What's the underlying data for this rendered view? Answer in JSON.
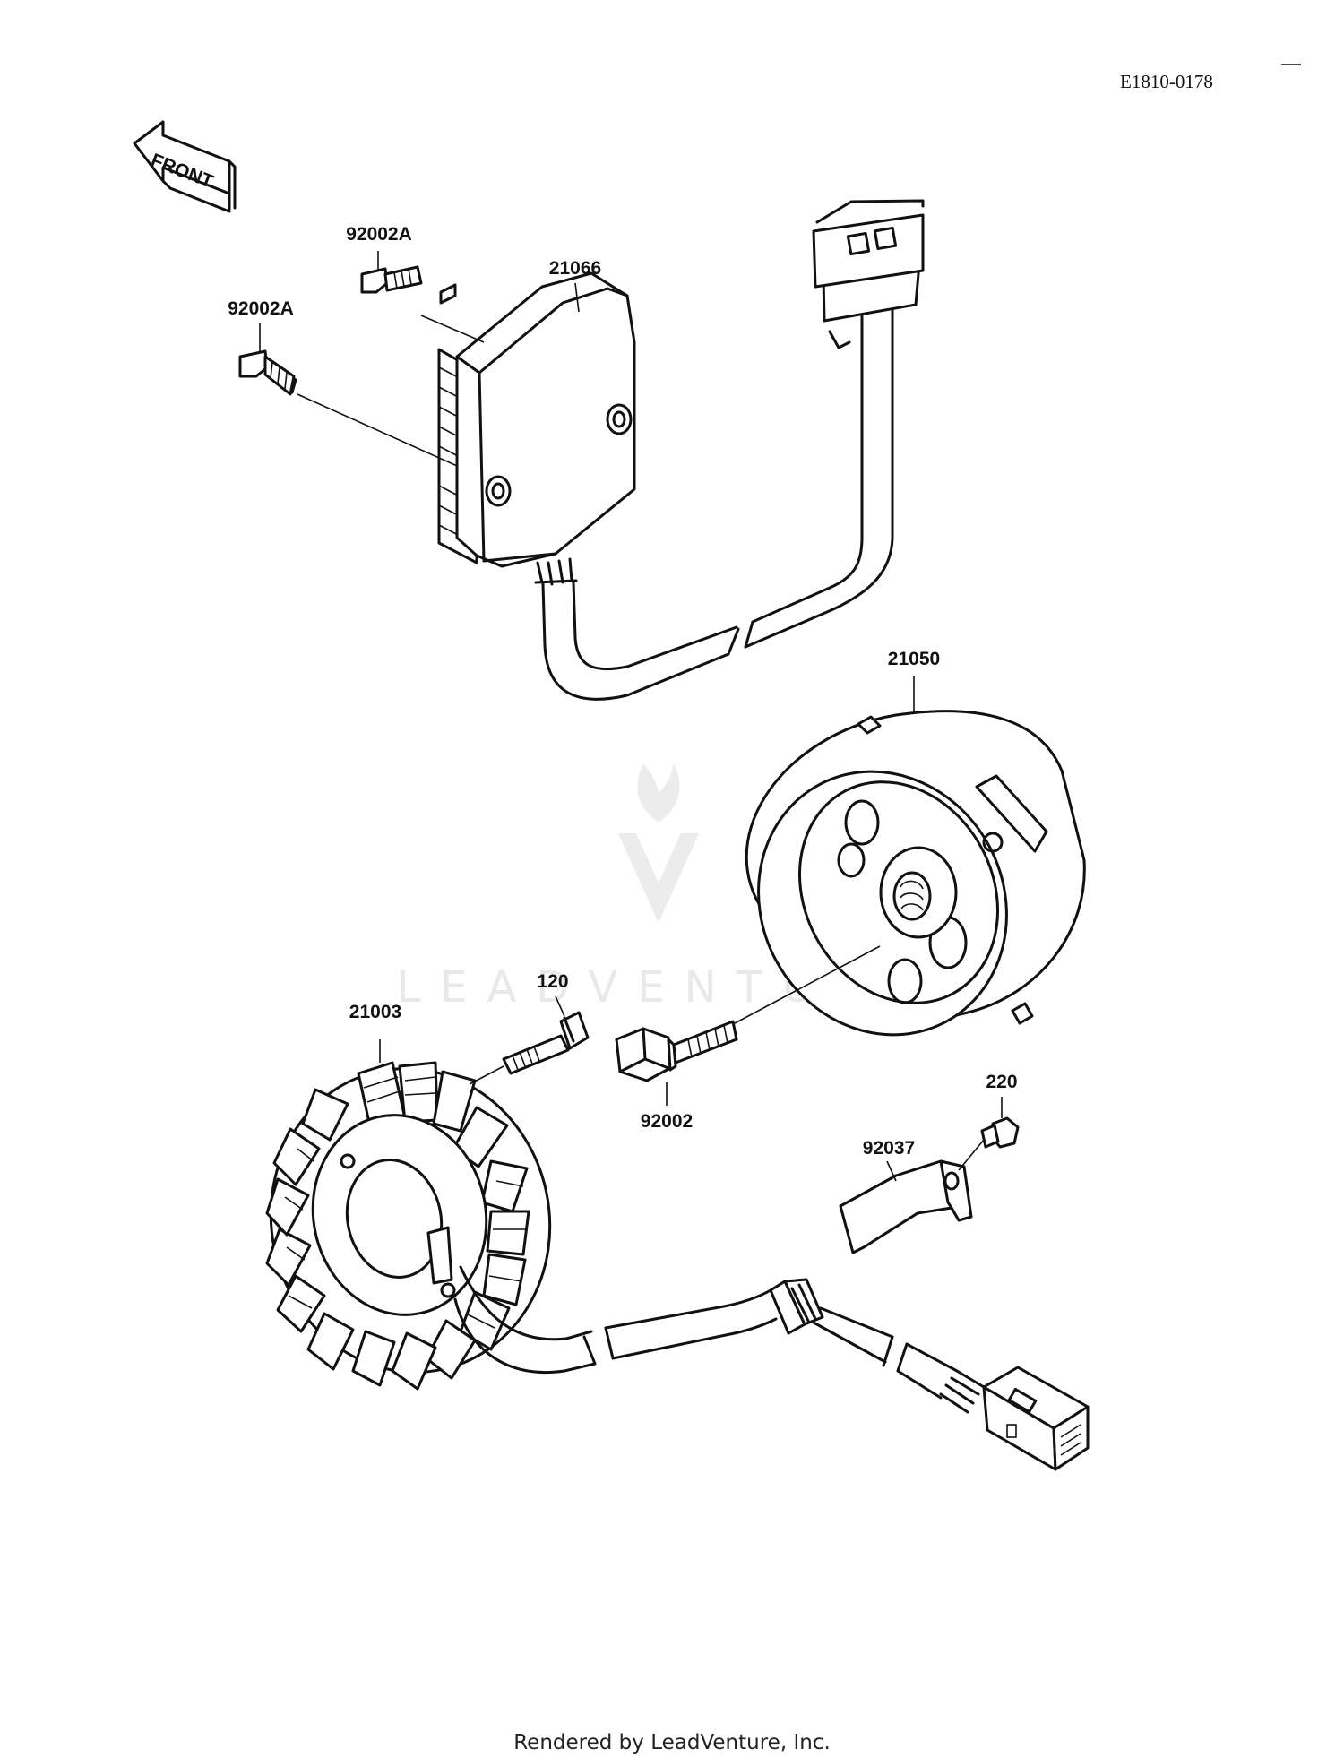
{
  "diagram": {
    "code": "E1810-0178",
    "front_label": "FRONT",
    "footer": "Rendered by LeadVenture, Inc.",
    "watermark": "LEADVENTURE",
    "callouts": {
      "bolt_upper": "92002A",
      "bolt_lower": "92002A",
      "regulator": "21066",
      "flywheel": "21050",
      "bolt_120": "120",
      "stator": "21003",
      "flywheel_bolt": "92002",
      "screw_220": "220",
      "bracket": "92037"
    }
  }
}
